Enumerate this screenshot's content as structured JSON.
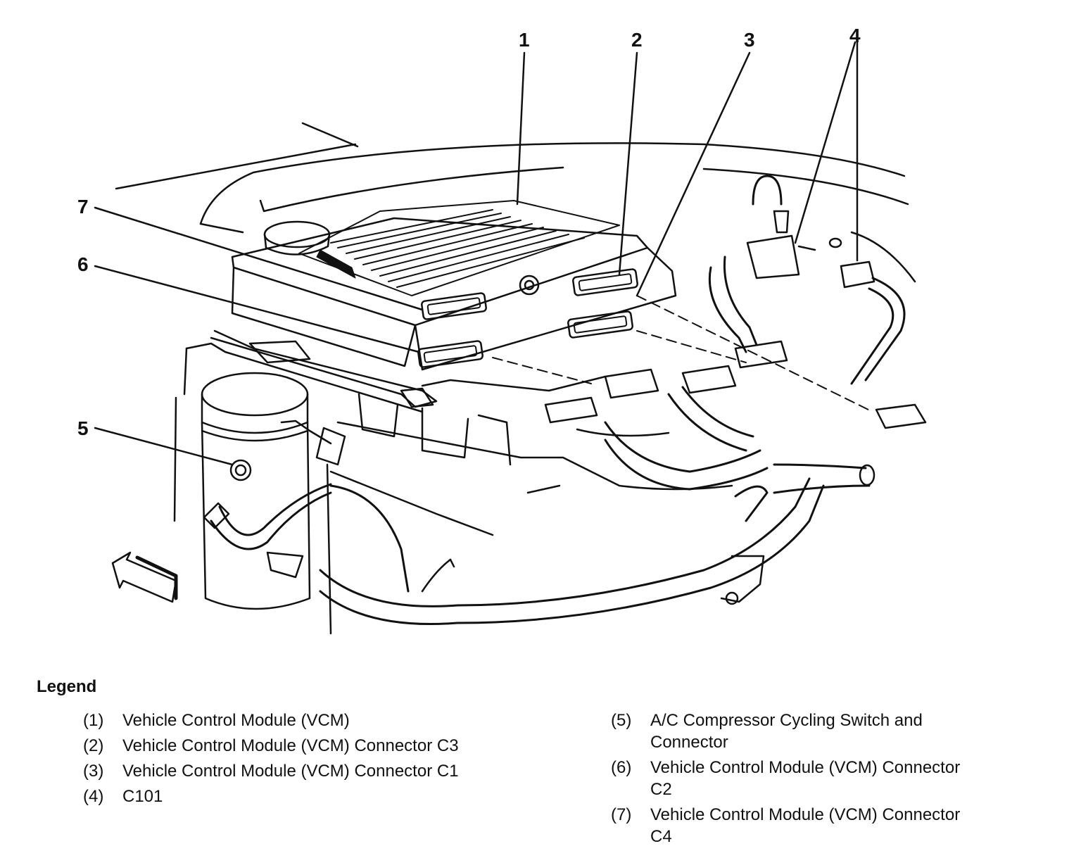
{
  "callouts": {
    "c1": "1",
    "c2": "2",
    "c3": "3",
    "c4": "4",
    "c5": "5",
    "c6": "6",
    "c7": "7"
  },
  "legend": {
    "title": "Legend",
    "items": [
      {
        "num": "(1)",
        "text": "Vehicle Control Module (VCM)"
      },
      {
        "num": "(2)",
        "text": "Vehicle Control Module (VCM) Connector C3"
      },
      {
        "num": "(3)",
        "text": "Vehicle Control Module (VCM) Connector C1"
      },
      {
        "num": "(4)",
        "text": "C101"
      },
      {
        "num": "(5)",
        "text": "A/C Compressor Cycling Switch and Connector"
      },
      {
        "num": "(6)",
        "text": "Vehicle Control Module (VCM) Connector C2"
      },
      {
        "num": "(7)",
        "text": "Vehicle Control Module (VCM) Connector C4"
      }
    ]
  },
  "colors": {
    "ink": "#111111",
    "paper": "#ffffff"
  },
  "icons": [
    "forward-direction-arrow-icon"
  ]
}
